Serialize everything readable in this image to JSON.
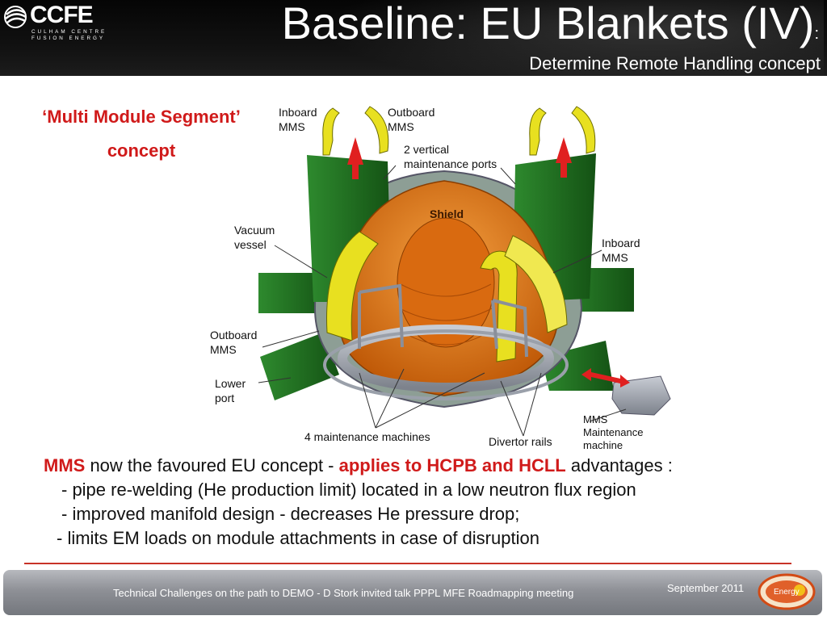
{
  "header": {
    "logo_text": "CCFE",
    "logo_sub1": "CULHAM CENTRE",
    "logo_sub2": "FUSION ENERGY",
    "title": "Baseline: EU Blankets (IV)",
    "title_colon": ":",
    "subtitle": "Determine Remote Handling concept"
  },
  "concept": {
    "line1": "‘Multi Module Segment’",
    "line2": "concept"
  },
  "diagram": {
    "labels": {
      "inboard_mms_top": [
        "Inboard",
        "MMS"
      ],
      "outboard_mms_top": [
        "Outboard",
        "MMS"
      ],
      "vertical_ports": [
        "2 vertical",
        "maintenance ports"
      ],
      "shield": "Shield",
      "vacuum_vessel": [
        "Vacuum",
        "vessel"
      ],
      "inboard_mms_right": [
        "Inboard",
        "MMS"
      ],
      "outboard_mms_left": [
        "Outboard",
        "MMS"
      ],
      "lower_port": [
        "Lower",
        "port"
      ],
      "maintenance_machines": "4 maintenance machines",
      "divertor_rails": "Divertor rails",
      "mms_machine": [
        "MMS",
        "Maintenance",
        "machine"
      ]
    },
    "colors": {
      "port_green": "#1f6b1f",
      "shield_orange": "#e07010",
      "blanket_yellow": "#e8e020",
      "arrow_red": "#e02020",
      "machine_gray": "#a8a8b8"
    }
  },
  "bullets": {
    "line1_mms": "MMS",
    "line1_mid": " now the favoured EU concept - ",
    "line1_red": "applies to HCPB and HCLL",
    "line1_end": "  advantages :",
    "line2": "- pipe re-welding (He production limit) located in a low neutron flux region",
    "line3": "- improved manifold design -  decreases He pressure drop;",
    "line4": "-  limits EM loads on  module attachments in case of disruption"
  },
  "footer": {
    "text": "Technical Challenges on the path to DEMO -  D Stork  invited talk PPPL MFE Roadmapping meeting",
    "date": "September 2011",
    "energy_logo_text": "Energy"
  }
}
